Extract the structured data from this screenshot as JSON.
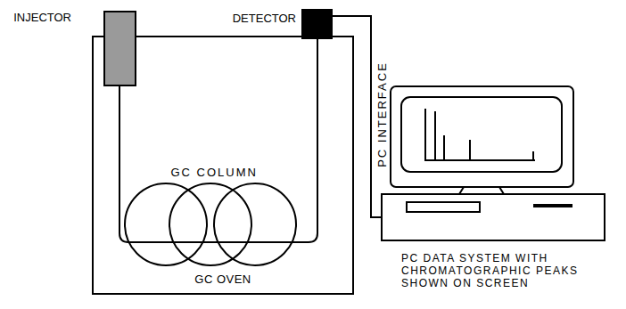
{
  "diagram": {
    "nodes": [
      {
        "text": [
          "GC OVEN"
        ]
      },
      {
        "text": [
          "INJECTOR"
        ],
        "in": 0
      },
      {
        "text": [
          "DETECTOR"
        ],
        "in": 0
      },
      {
        "text": [
          "PC DATA SYSTEM WITH CHROMATOGRAPHIC PEAKS SHOWN ON SCREEN"
        ]
      }
    ],
    "edges": [
      {
        "from": 2,
        "to": 3,
        "arrow": "none",
        "label": "PC INTERFACE"
      }
    ],
    "labels": [
      "GC COLUMN"
    ]
  }
}
